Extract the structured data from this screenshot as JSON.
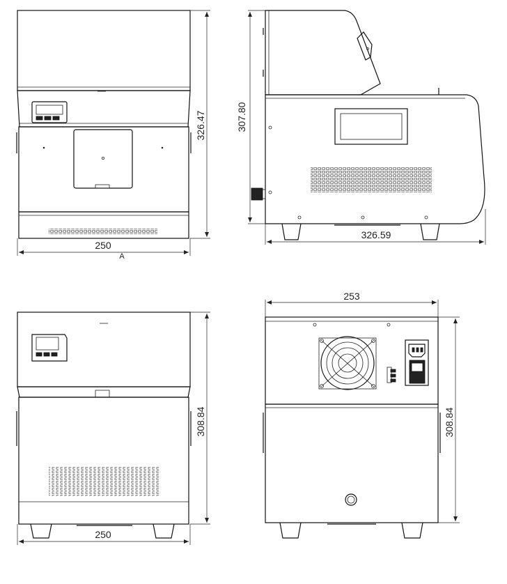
{
  "front_view": {
    "width_label": "250",
    "height_label": "326.47",
    "section_marker": "A"
  },
  "side_view": {
    "height_label": "307.80",
    "depth_label": "326.59"
  },
  "front_lower_view": {
    "width_label": "250",
    "height_label": "308.84"
  },
  "rear_view": {
    "width_label": "253",
    "height_label": "308.84"
  }
}
